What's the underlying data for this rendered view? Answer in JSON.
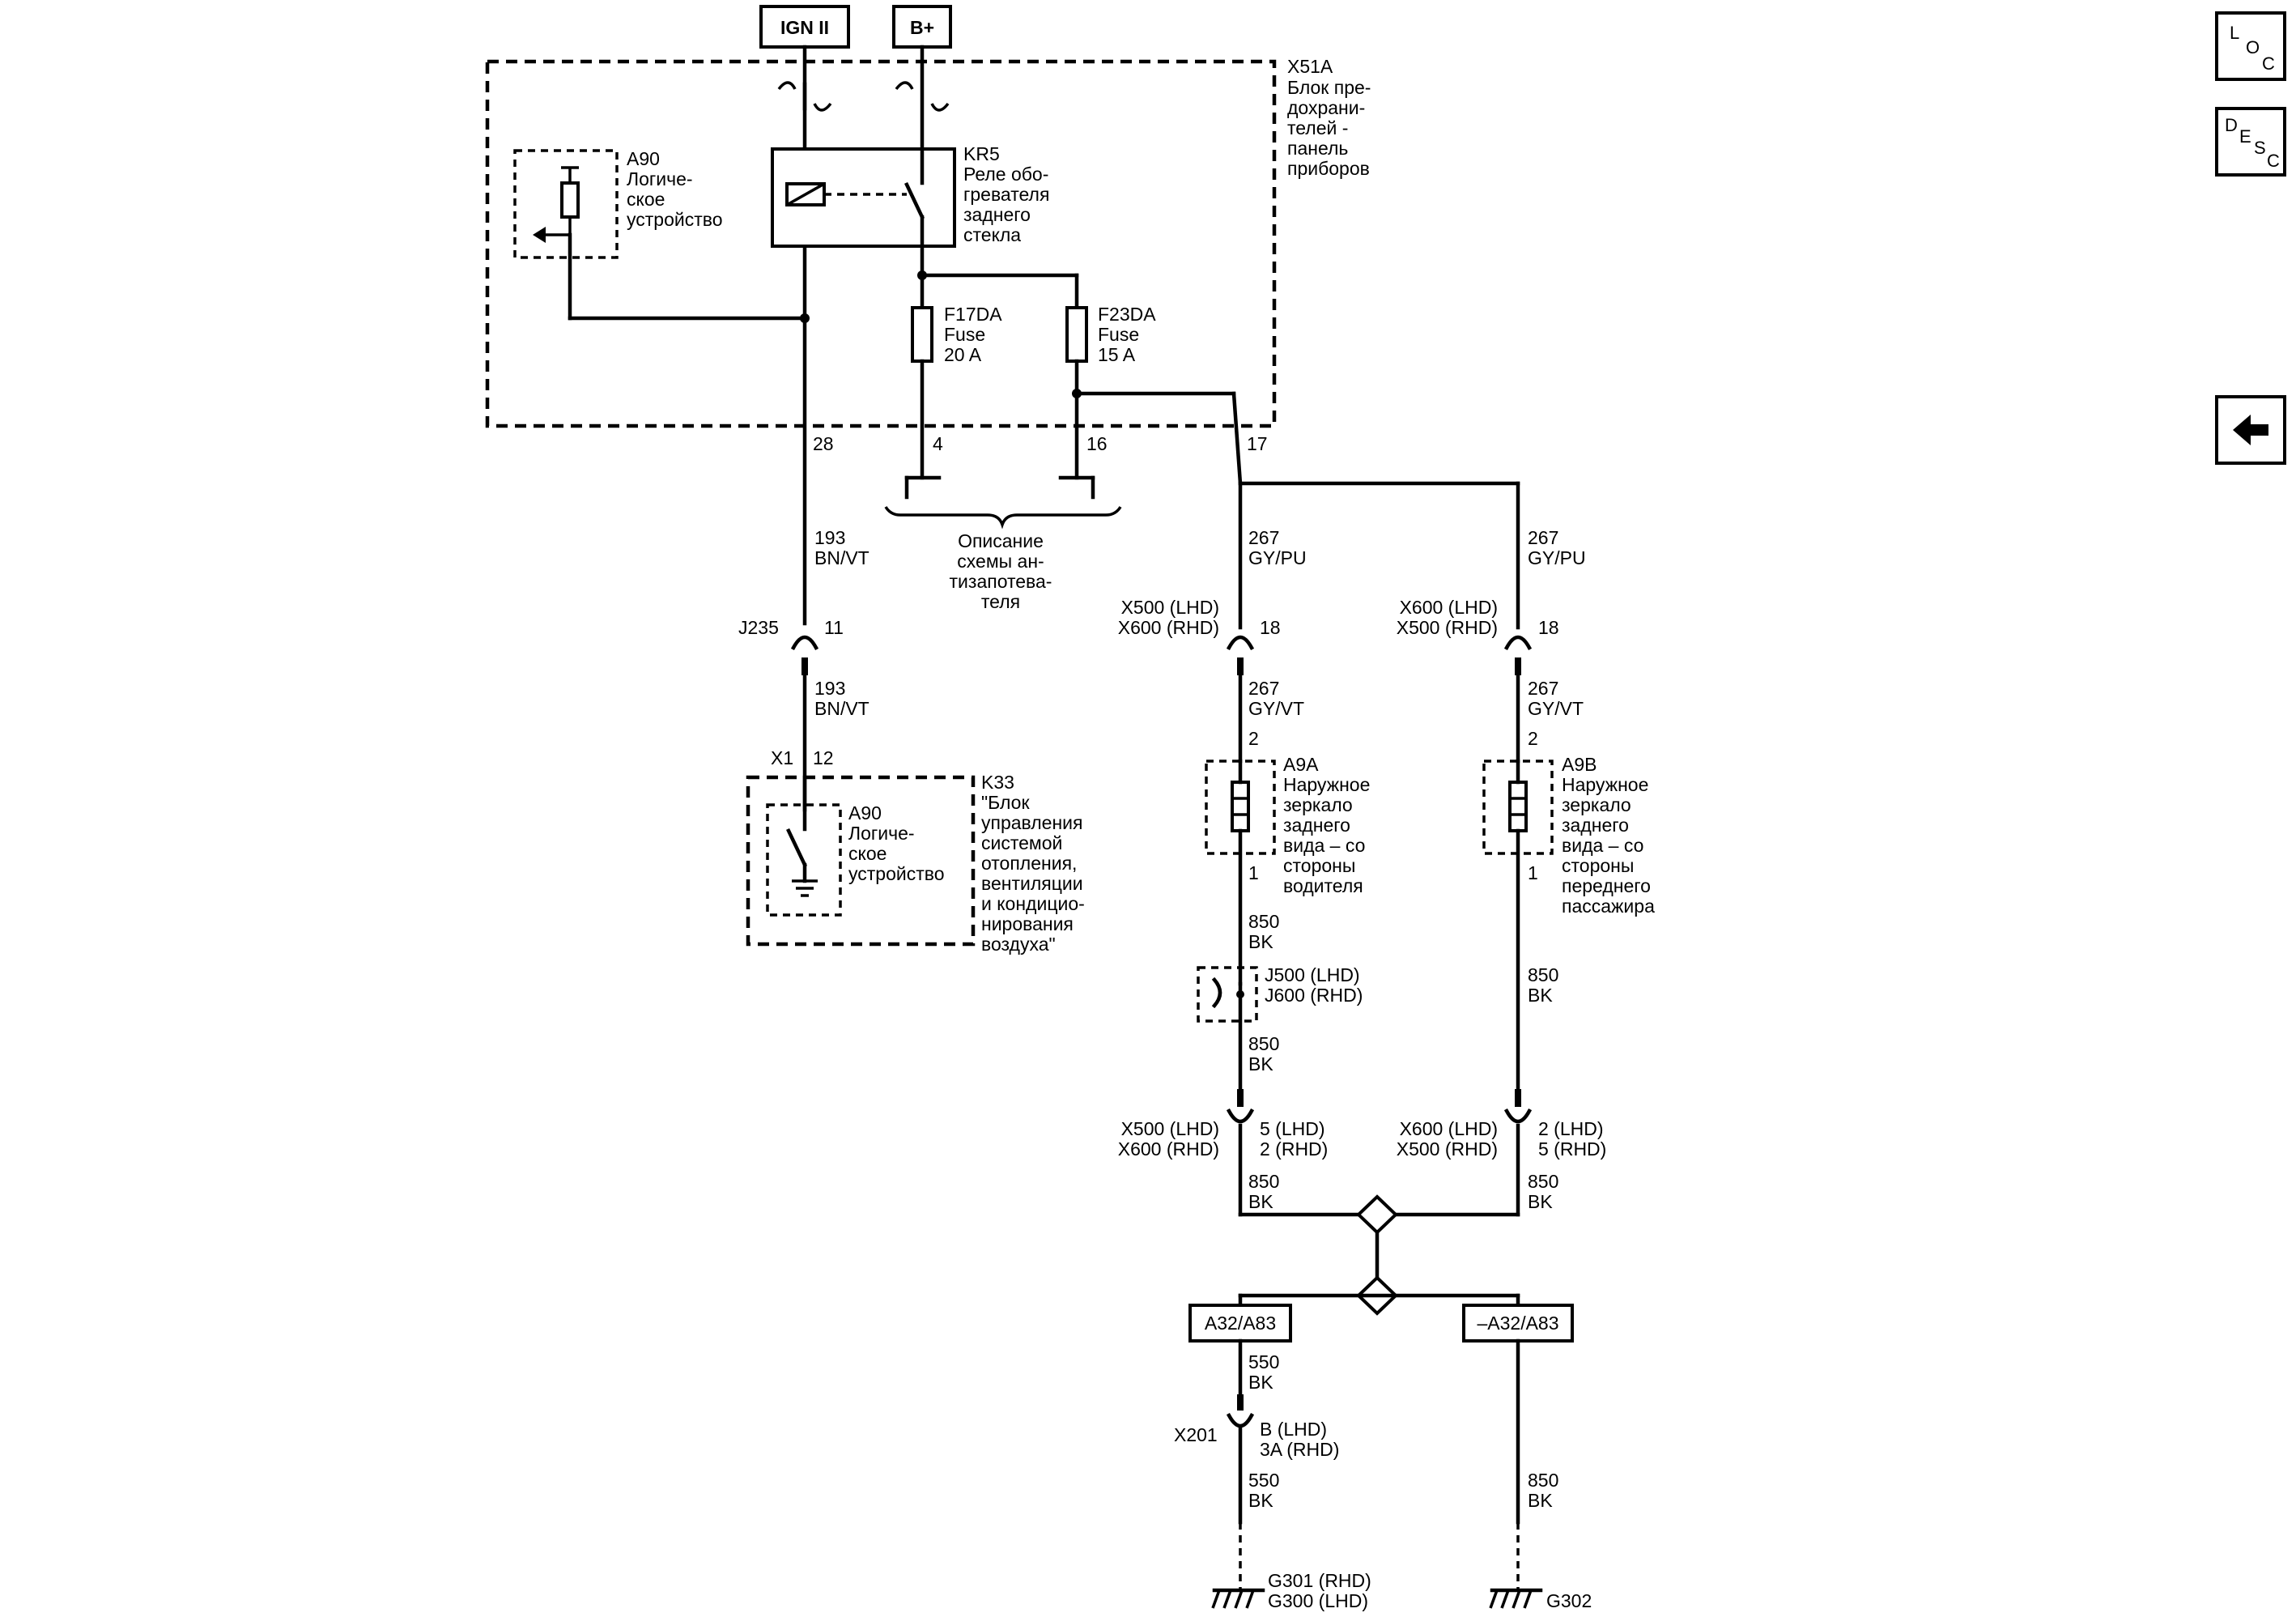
{
  "nav": {
    "loc": "LOC",
    "desc": "DESC",
    "back": "back"
  },
  "power": {
    "ign": "IGN II",
    "bplus": "B+"
  },
  "block": {
    "id": "X51A",
    "name": [
      "Блок пре-",
      "дохрани-",
      "телей -",
      "панель",
      "приборов"
    ]
  },
  "a90_top": {
    "id": "A90",
    "name": [
      "Логиче-",
      "ское",
      "устройство"
    ]
  },
  "relay": {
    "id": "KR5",
    "name": [
      "Реле обо-",
      "гревателя",
      "заднего",
      "стекла"
    ]
  },
  "fuse1": {
    "id": "F17DA",
    "type": "Fuse",
    "rating": "20 A"
  },
  "fuse2": {
    "id": "F23DA",
    "type": "Fuse",
    "rating": "15 A"
  },
  "pins": {
    "p28": "28",
    "p4": "4",
    "p16": "16",
    "p17": "17"
  },
  "defog_ref": [
    "Описание",
    "схемы ан-",
    "тизапотева-",
    "теля"
  ],
  "wire193": {
    "num": "193",
    "color": "BN/VT"
  },
  "wire267pu": {
    "num": "267",
    "color": "GY/PU"
  },
  "wire267vt": {
    "num": "267",
    "color": "GY/VT"
  },
  "wire850": {
    "num": "850",
    "color": "BK"
  },
  "wire550": {
    "num": "550",
    "color": "BK"
  },
  "j235": {
    "id": "J235",
    "pin": "11"
  },
  "x1": {
    "id": "X1",
    "pin": "12"
  },
  "k33": {
    "id": "K33",
    "name": [
      "\"Блок",
      "управления",
      "системой",
      "отопления,",
      "вентиляции",
      "и кондицио-",
      "нирования",
      "воздуха\""
    ]
  },
  "a90_bot": {
    "id": "A90",
    "name": [
      "Логиче-",
      "ское",
      "устройство"
    ]
  },
  "conn_left_top": {
    "line1": "X500 (LHD)",
    "line2": "X600 (RHD)",
    "pin": "18"
  },
  "conn_right_top": {
    "line1": "X600 (LHD)",
    "line2": "X500 (RHD)",
    "pin": "18"
  },
  "mirror_left": {
    "id": "A9A",
    "pin_top": "2",
    "pin_bot": "1",
    "name": [
      "Наружное",
      "зеркало",
      "заднего",
      "вида – со",
      "стороны",
      "водителя"
    ]
  },
  "mirror_right": {
    "id": "A9B",
    "pin_top": "2",
    "pin_bot": "1",
    "name": [
      "Наружное",
      "зеркало",
      "заднего",
      "вида – со",
      "стороны",
      "переднего",
      "пассажира"
    ]
  },
  "splice": {
    "line1": "J500 (LHD)",
    "line2": "J600 (RHD)"
  },
  "conn_left_bot": {
    "line1": "X500 (LHD)",
    "line2": "X600 (RHD)",
    "pin1": "5 (LHD)",
    "pin2": "2 (RHD)"
  },
  "conn_right_bot": {
    "line1": "X600 (LHD)",
    "line2": "X500 (RHD)",
    "pin1": "2 (LHD)",
    "pin2": "5 (RHD)"
  },
  "option_left": "A32/A83",
  "option_right": "–A32/A83",
  "x201": {
    "id": "X201",
    "pin1": "B (LHD)",
    "pin2": "3A (RHD)"
  },
  "ground_left": {
    "line1": "G301 (RHD)",
    "line2": "G300 (LHD)"
  },
  "ground_right": "G302"
}
